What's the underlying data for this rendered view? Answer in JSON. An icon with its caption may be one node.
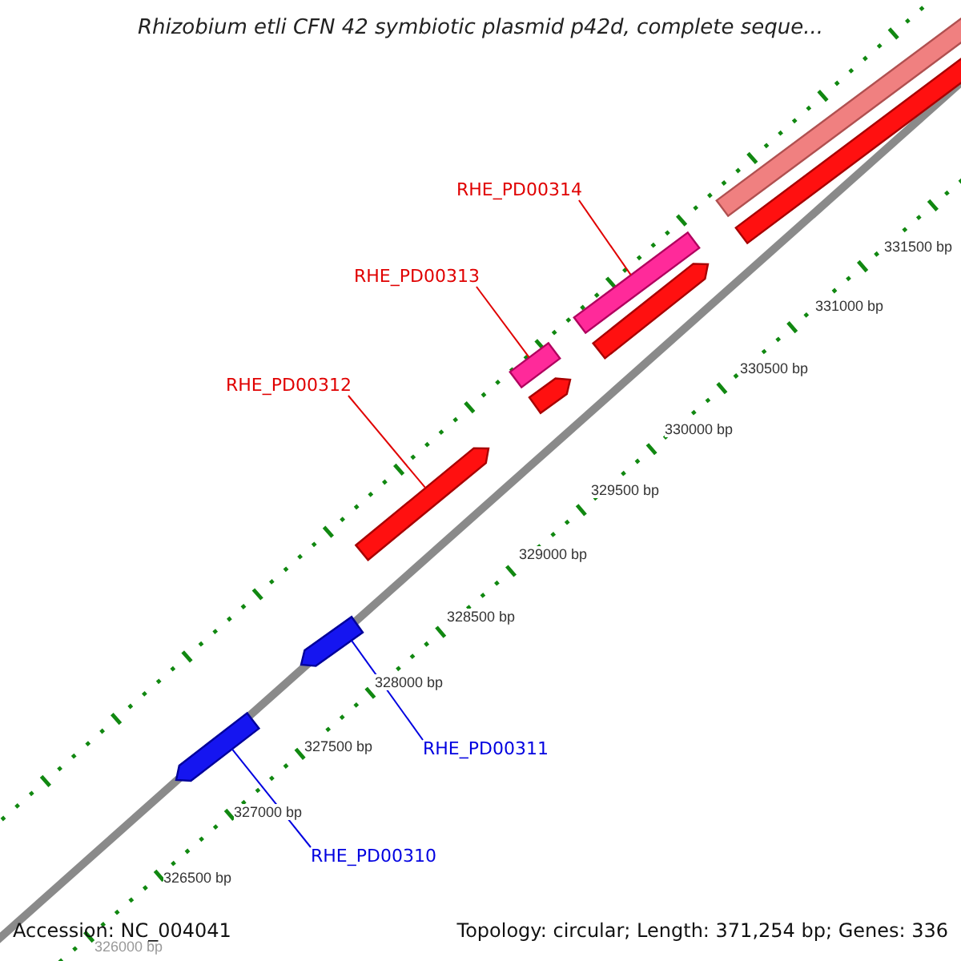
{
  "diagram": {
    "title": "Rhizobium etli CFN 42 symbiotic plasmid p42d, complete seque...",
    "nodes": [
      {
        "text": [
          "RHE_PD00314"
        ]
      },
      {
        "text": [
          "RHE_PD00313"
        ]
      },
      {
        "text": [
          "RHE_PD00312"
        ]
      },
      {
        "text": [
          "RHE_PD00311"
        ]
      },
      {
        "text": [
          "RHE_PD00310"
        ]
      },
      {
        "text": [],
        "shape": "arrow"
      },
      {
        "text": [],
        "shape": "arrow"
      },
      {
        "text": [],
        "shape": "arrow"
      },
      {
        "text": [],
        "shape": "bar"
      },
      {
        "text": [],
        "shape": "arrow"
      },
      {
        "text": [],
        "shape": "bar"
      },
      {
        "text": [],
        "shape": "arrow"
      },
      {
        "text": [],
        "shape": "bar"
      },
      {
        "text": [],
        "shape": "bar"
      }
    ],
    "edges": [
      {
        "from": 0,
        "to": 10,
        "arrow": "none"
      },
      {
        "from": 1,
        "to": 8,
        "arrow": "none"
      },
      {
        "from": 2,
        "to": 7,
        "arrow": "none"
      },
      {
        "from": 3,
        "to": 6,
        "arrow": "none",
        "color": "#0000e0"
      },
      {
        "from": 4,
        "to": 5,
        "arrow": "none",
        "color": "#0000e0"
      }
    ],
    "labels": [
      "331500 bp",
      "331000 bp",
      "330500 bp",
      "330000 bp",
      "329500 bp",
      "329000 bp",
      "328500 bp",
      "328000 bp",
      "327500 bp",
      "327000 bp",
      "326500 bp",
      "326000 bp",
      "Accession: NC_004041",
      "Topology: circular; Length: 371,254 bp; Genes: 336"
    ]
  }
}
